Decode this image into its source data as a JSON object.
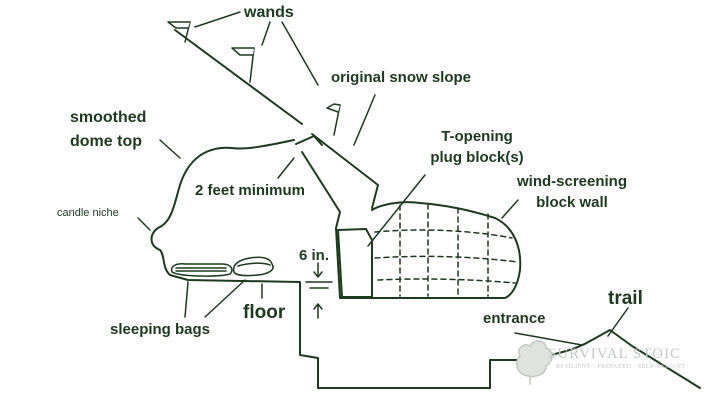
{
  "colors": {
    "ink": "#1d3a1f",
    "paper": "#ffffff",
    "watermark": "#c3c8c3"
  },
  "labels": {
    "wands": "wands",
    "original_snow_slope": "original snow slope",
    "smoothed_dome_top_line1": "smoothed",
    "smoothed_dome_top_line2": "dome top",
    "t_opening_line1": "T-opening",
    "t_opening_line2": "plug block(s)",
    "two_feet_minimum": "2 feet minimum",
    "wind_screening_line1": "wind-screening",
    "wind_screening_line2": "block wall",
    "candle_niche": "candle niche",
    "six_in": "6 in.",
    "floor": "floor",
    "sleeping_bags": "sleeping bags",
    "entrance": "entrance",
    "trail": "trail"
  },
  "watermark": {
    "title": "SURVIVAL STOIC",
    "tagline": "RESILIENT · PREPARED · SELF-RELIANT"
  }
}
